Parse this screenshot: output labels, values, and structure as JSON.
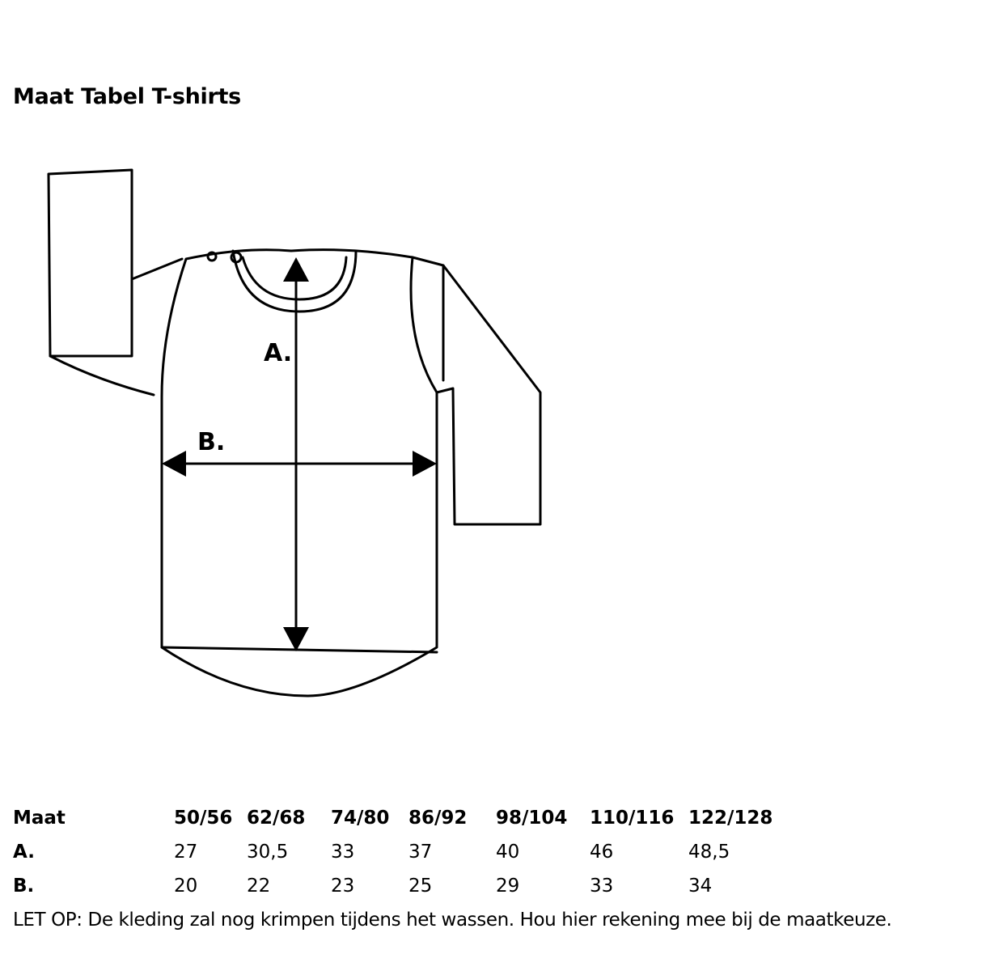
{
  "title": "Maat Tabel T-shirts",
  "diagram": {
    "label_a": "A.",
    "label_b": "B."
  },
  "table": {
    "header_label": "Maat",
    "sizes": [
      "50/56",
      "62/68",
      "74/80",
      "86/92",
      "98/104",
      "110/116",
      "122/128"
    ],
    "rows": [
      {
        "label": "A.",
        "values": [
          "27",
          "30,5",
          "33",
          "37",
          "40",
          "46",
          "48,5"
        ]
      },
      {
        "label": "B.",
        "values": [
          "20",
          "22",
          "23",
          "25",
          "29",
          "33",
          "34"
        ]
      }
    ]
  },
  "note": "LET OP: De kleding zal nog krimpen tijdens het wassen. Hou hier rekening mee bij de maatkeuze."
}
